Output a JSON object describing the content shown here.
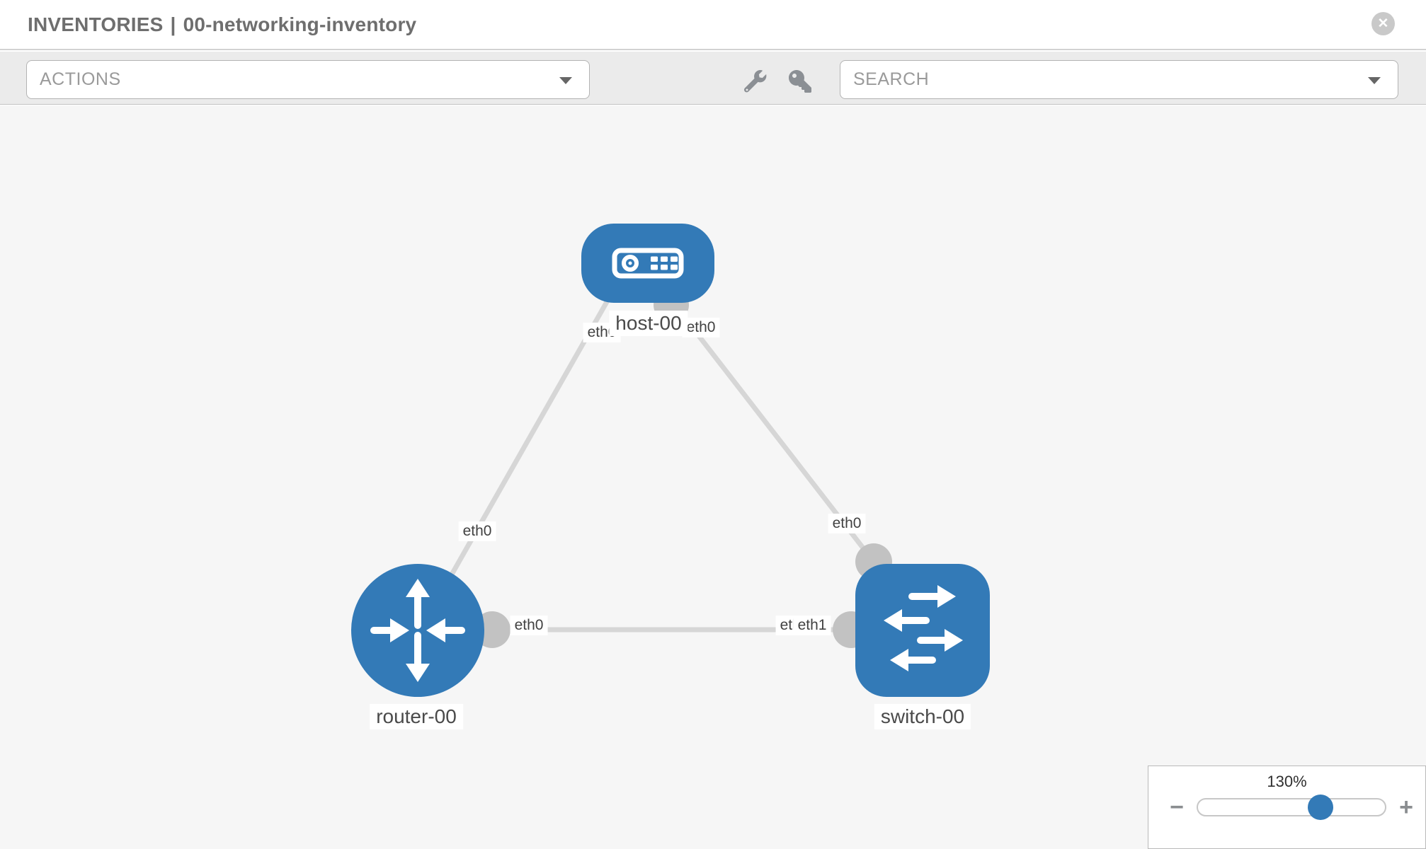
{
  "header": {
    "section": "INVENTORIES",
    "separator": "|",
    "inventory_name": "00-networking-inventory",
    "close_glyph": "✕"
  },
  "toolbar": {
    "actions": {
      "placeholder": "ACTIONS"
    },
    "search": {
      "placeholder": "SEARCH"
    },
    "icons": [
      "wrench",
      "key"
    ]
  },
  "topology": {
    "nodes": [
      {
        "label": "host-00",
        "type": "host"
      },
      {
        "label": "router-00",
        "type": "router"
      },
      {
        "label": "switch-00",
        "type": "switch"
      }
    ],
    "links": [
      {
        "from": "host-00",
        "from_interface": "eth0",
        "to": "router-00",
        "to_interface": "eth0"
      },
      {
        "from": "host-00",
        "from_interface": "eth0",
        "to": "switch-00",
        "to_interface": "eth0"
      },
      {
        "from": "router-00",
        "from_interface": "eth0",
        "to": "switch-00",
        "to_interface": "eth1",
        "to_interface_overlapped": "eth0"
      }
    ]
  },
  "zoom_control": {
    "level": "130%",
    "minus_glyph": "−",
    "plus_glyph": "+"
  },
  "colors": {
    "node_blue": "#337ab7",
    "link_gray": "#d6d6d6",
    "port_gray": "#c2c2c2",
    "canvas_bg": "#f6f6f6",
    "toolbar_bg": "#ebebeb",
    "title_gray": "#6e6e6e"
  }
}
